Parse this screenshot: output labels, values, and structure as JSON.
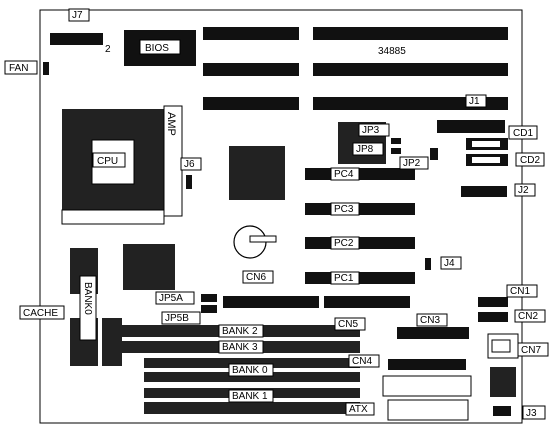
{
  "chips": {
    "bios": "BIOS",
    "board_code": "34885",
    "amp": "AMP"
  },
  "bank0_vertical": "BANK0",
  "jumper_side_number": "2",
  "labels": {
    "j7": "J7",
    "fan": "FAN",
    "j1": "J1",
    "jp3": "JP3",
    "jp8": "JP8",
    "jp2": "JP2",
    "cd1": "CD1",
    "cd2": "CD2",
    "cpu": "CPU",
    "j6": "J6",
    "pc4": "PC4",
    "j2": "J2",
    "pc3": "PC3",
    "pc2": "PC2",
    "pc1": "PC1",
    "j4": "J4",
    "cn6": "CN6",
    "cn1": "CN1",
    "cn2": "CN2",
    "jp5a": "JP5A",
    "jp5b": "JP5B",
    "cache": "CACHE",
    "bank2": "BANK 2",
    "bank3": "BANK 3",
    "cn5": "CN5",
    "cn3": "CN3",
    "cn7": "CN7",
    "cn4": "CN4",
    "bank0": "BANK 0",
    "bank1": "BANK 1",
    "atx": "ATX",
    "j3": "J3"
  }
}
